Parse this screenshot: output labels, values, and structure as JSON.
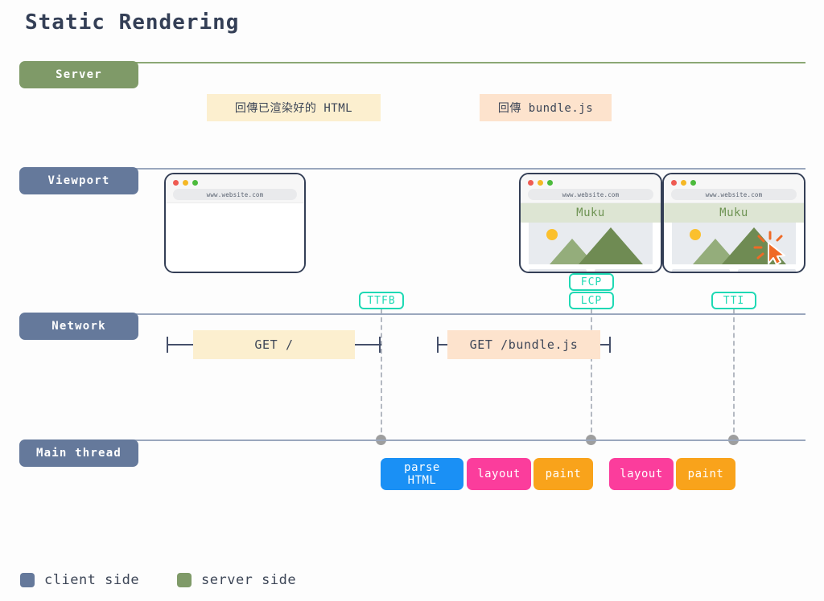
{
  "title": "Static Rendering",
  "colors": {
    "server_green": "#7f9a68",
    "client_blue": "#65799b",
    "title_navy": "#343f56",
    "metric_teal": "#1fd9b4",
    "cream": "#fcefcf",
    "peach": "#fde3cd",
    "parse_blue": "#1a90f5",
    "layout_pink": "#fb3d9c",
    "paint_orange": "#f9a31b",
    "node_gray": "#9e9e9e"
  },
  "rows": {
    "server": {
      "label": "Server"
    },
    "viewport": {
      "label": "Viewport"
    },
    "network": {
      "label": "Network"
    },
    "main_thread": {
      "label": "Main thread"
    }
  },
  "server_messages": [
    {
      "text": "回傳已渲染好的 HTML",
      "style": "cream"
    },
    {
      "text": "回傳 bundle.js",
      "style": "peach"
    }
  ],
  "browsers": [
    {
      "id": "blank",
      "url": "www.website.com",
      "rendered": false,
      "site_title": "",
      "cursor": false
    },
    {
      "id": "fcp-lcp",
      "url": "www.website.com",
      "rendered": true,
      "site_title": "Muku",
      "cursor": false
    },
    {
      "id": "tti",
      "url": "www.website.com",
      "rendered": true,
      "site_title": "Muku",
      "cursor": true
    }
  ],
  "metrics": [
    {
      "name": "TTFB",
      "label": "TTFB"
    },
    {
      "name": "FCP",
      "label": "FCP"
    },
    {
      "name": "LCP",
      "label": "LCP"
    },
    {
      "name": "TTI",
      "label": "TTI"
    }
  ],
  "network_requests": [
    {
      "label": "GET /",
      "style": "cream"
    },
    {
      "label": "GET /bundle.js",
      "style": "peach"
    }
  ],
  "main_thread_tasks": [
    {
      "label": "parse\nHTML",
      "color": "parse_blue"
    },
    {
      "label": "layout",
      "color": "layout_pink"
    },
    {
      "label": "paint",
      "color": "paint_orange"
    },
    {
      "label": "layout",
      "color": "layout_pink"
    },
    {
      "label": "paint",
      "color": "paint_orange"
    }
  ],
  "legend": [
    {
      "label": "client side",
      "color": "#65799b"
    },
    {
      "label": "server side",
      "color": "#7f9a68"
    }
  ]
}
